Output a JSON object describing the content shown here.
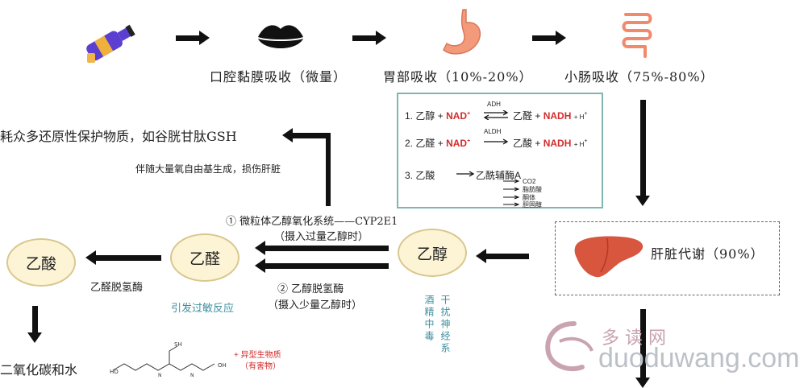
{
  "steps": {
    "oral": "口腔黏膜吸收（微量）",
    "stomach": "胃部吸收（10%-20%）",
    "intestine": "小肠吸收（75%-80%）"
  },
  "reactions": {
    "r1": {
      "num": "1.",
      "left": "乙醇",
      "plus": "+",
      "cof": "NAD",
      "cof_sup": "+",
      "enzyme": "ADH",
      "right": "乙醛",
      "plus2": "+",
      "prod": "NADH",
      "tail": "+ H",
      "tail_sup": "+"
    },
    "r2": {
      "num": "2.",
      "left": "乙醛",
      "plus": "+",
      "cof": "NAD",
      "cof_sup": "+",
      "enzyme": "ALDH",
      "right": "乙酸",
      "plus2": "+",
      "prod": "NADH",
      "tail": "+ H",
      "tail_sup": "+"
    },
    "r3": {
      "num": "3.",
      "left": "乙酸",
      "right": "乙酰辅酶A",
      "products": [
        "CO2",
        "脂肪酸",
        "酮体",
        "胆固醇"
      ]
    }
  },
  "liver": {
    "label": "肝脏代谢（90%）"
  },
  "top_left": {
    "gsh": "耗众多还原性保护物质，如谷胱甘肽GSH",
    "radical": "伴随大量氧自由基生成，损伤肝脏"
  },
  "pathways": {
    "p1_line1": "① 微粒体乙醇氧化系统——CYP2E1",
    "p1_line2": "（摄入过量乙醇时）",
    "p2_line1": "② 乙醇脱氢酶",
    "p2_line2": "（摄入少量乙醇时）"
  },
  "nodes": {
    "ethanol": "乙醇",
    "acetaldehyde": "乙醛",
    "acetic": "乙酸"
  },
  "labels": {
    "aldh": "乙醛脱氢酶",
    "allergy": "引发过敏反应",
    "toxic_cols": [
      "酒精中毒",
      "干扰神经系"
    ],
    "co2": "二氧化碳和水",
    "xeno_line1": "+ 异型生物质",
    "xeno_line2": "（有害物）"
  },
  "watermark": {
    "logo_text": "多 读 网",
    "url": "duoduwang.com"
  },
  "colors": {
    "teal": "#3e8f9e",
    "red": "#d12c2c",
    "circle_fill": "#fdf4d6",
    "box_border": "#7fb7b0"
  }
}
